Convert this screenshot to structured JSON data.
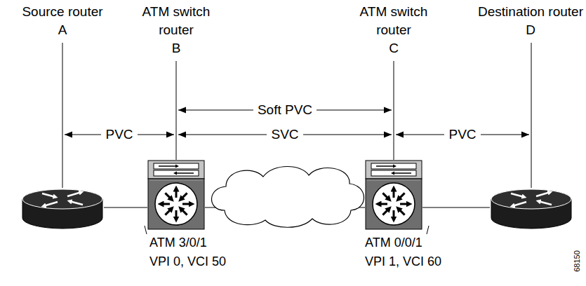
{
  "diagram": {
    "nodes": [
      {
        "text": [
          "Source router",
          "A"
        ]
      },
      {
        "text": [
          "ATM switch router",
          "B"
        ]
      },
      {
        "text": [
          "ATM switch router",
          "C"
        ]
      },
      {
        "text": [
          "Destination router",
          "D"
        ]
      }
    ],
    "edges": [
      {
        "from": 0,
        "to": 1,
        "arrow": "both",
        "label": "PVC"
      },
      {
        "from": 1,
        "to": 2,
        "arrow": "both",
        "label": "Soft PVC"
      },
      {
        "from": 1,
        "to": 2,
        "arrow": "both",
        "label": "SVC"
      },
      {
        "from": 2,
        "to": 3,
        "arrow": "both",
        "label": "PVC"
      },
      {
        "from": 0,
        "to": 1,
        "arrow": "none"
      },
      {
        "from": 1,
        "to": 2,
        "arrow": "none"
      },
      {
        "from": 2,
        "to": 3,
        "arrow": "none"
      }
    ],
    "labels": [
      "ATM 3/0/1",
      "VPI 0, VCI 50",
      "ATM 0/0/1",
      "VPI 1, VCI 60",
      "68150"
    ]
  }
}
